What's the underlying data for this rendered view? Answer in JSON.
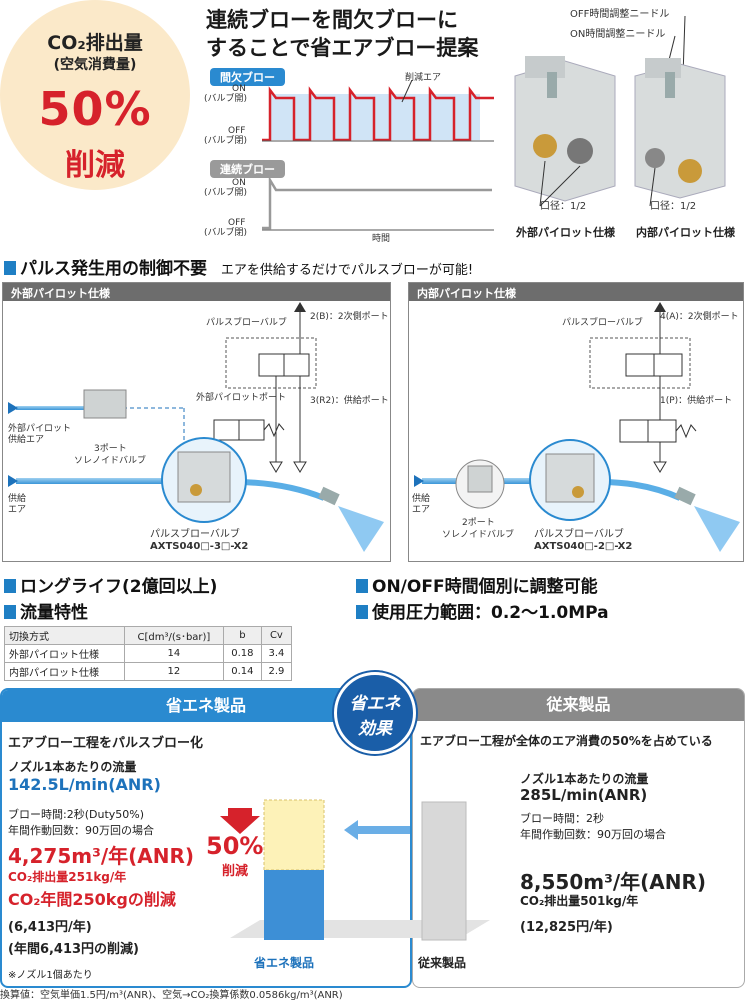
{
  "badge": {
    "line1": "CO₂排出量",
    "line2": "(空気消費量)",
    "percent": "50%",
    "reduce": "削減"
  },
  "headline": {
    "line1": "連続ブローを間欠ブローに",
    "line2": "することで省エアブロー提案"
  },
  "timing": {
    "intermittent_tag": "間欠ブロー",
    "continuous_tag": "連続ブロー",
    "on_label": "ON",
    "on_sub": "(バルブ開)",
    "off_label": "OFF",
    "off_sub": "(バルブ閉)",
    "saved_air": "削減エア",
    "time_axis": "時間"
  },
  "valves": {
    "off_needle": "OFF時間調整ニードル",
    "on_needle": "ON時間調整ニードル",
    "port_left": "口径：1/2",
    "port_right": "口径：1/2",
    "caption_left": "外部パイロット仕様",
    "caption_right": "内部パイロット仕様"
  },
  "section1": {
    "title": "パルス発生用の制御不要",
    "subtitle": "エアを供給するだけでパルスブローが可能!"
  },
  "ext_box": {
    "header": "外部パイロット仕様",
    "pulse_valve": "パルスブローバルブ",
    "port2": "2(B)：2次側ポート",
    "pilot_port": "外部パイロットポート",
    "port3": "3(R2)：供給ポート",
    "pilot_air_1": "外部パイロット",
    "pilot_air_2": "供給エア",
    "solenoid_1": "3ポート",
    "solenoid_2": "ソレノイドバルブ",
    "supply_1": "供給",
    "supply_2": "エア",
    "model_1": "パルスブローバルブ",
    "model_2": "AXTS040□-3□-X2"
  },
  "int_box": {
    "header": "内部パイロット仕様",
    "pulse_valve": "パルスブローバルブ",
    "port4": "4(A)：2次側ポート",
    "port1": "1(P)：供給ポート",
    "supply_1": "供給",
    "supply_2": "エア",
    "solenoid_1": "2ポート",
    "solenoid_2": "ソレノイドバルブ",
    "model_1": "パルスブローバルブ",
    "model_2": "AXTS040□-2□-X2"
  },
  "features": {
    "longlife": "ロングライフ(2億回以上)",
    "flow": "流量特性",
    "onoff": "ON/OFF時間個別に調整可能",
    "pressure": "使用圧力範囲：0.2〜1.0MPa"
  },
  "flow_table": {
    "headers": [
      "切換方式",
      "C[dm³/(s･bar)]",
      "b",
      "Cv"
    ],
    "rows": [
      [
        "外部パイロット仕様",
        "14",
        "0.18",
        "3.4"
      ],
      [
        "内部パイロット仕様",
        "12",
        "0.14",
        "2.9"
      ]
    ]
  },
  "effect_badge": {
    "line1": "省エネ",
    "line2": "効果"
  },
  "energy": {
    "header": "省エネ製品",
    "lead": "エアブロー工程をパルスブロー化",
    "flow_label": "ノズル1本あたりの流量",
    "flow_value": "142.5L/min(ANR)",
    "blow_time": "ブロー時間:2秒(Duty50%)",
    "annual_ops": "年間作動回数：90万回の場合",
    "annual_value": "4,275m³/年(ANR)",
    "co2_line": "CO₂排出量251kg/年",
    "co2_reduce": "CO₂年間250kgの削減",
    "cost": "(6,413円/年)",
    "cost_reduce": "(年間6,413円の削減)",
    "note": "※ノズル1個あたり",
    "reduce_pct": "50%",
    "reduce_word": "削減",
    "bar_label": "省エネ製品"
  },
  "conventional": {
    "header": "従来製品",
    "lead": "エアブロー工程が全体のエア消費の50%を占めている",
    "flow_label": "ノズル1本あたりの流量",
    "flow_value": "285L/min(ANR)",
    "blow_time": "ブロー時間：2秒",
    "annual_ops": "年間作動回数：90万回の場合",
    "annual_value": "8,550m³/年(ANR)",
    "co2_line": "CO₂排出量501kg/年",
    "cost": "(12,825円/年)",
    "bar_label": "従来製品"
  },
  "footer": "換算値：空気単価1.5円/m³(ANR)、空気→CO₂換算係数0.0586kg/m³(ANR)",
  "colors": {
    "blue": "#2a8ad0",
    "red": "#d6222b",
    "gray": "#8a8a8a",
    "yellow": "#fdf2b8"
  }
}
